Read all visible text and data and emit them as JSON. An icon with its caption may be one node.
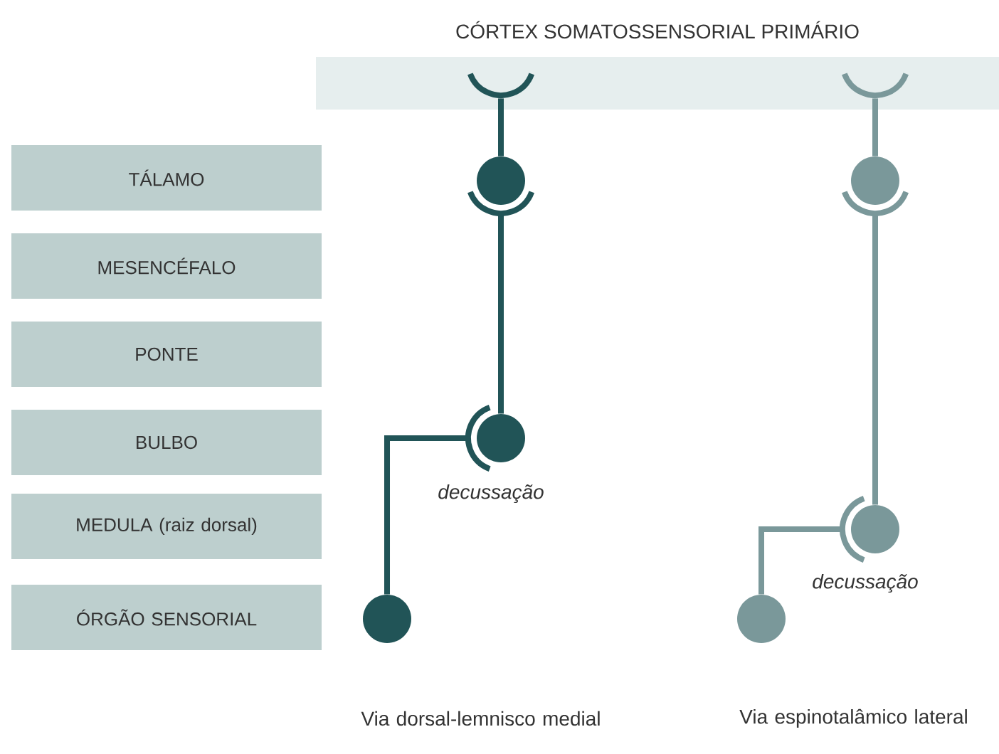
{
  "diagram": {
    "nodes": [
      {
        "text": [
          "CÓRTEX SOMATOSSENSORIAL PRIMÁRIO"
        ]
      },
      {
        "text": [
          "TÁLAMO"
        ]
      },
      {
        "text": [
          "MESENCÉFALO"
        ]
      },
      {
        "text": [
          "PONTE"
        ]
      },
      {
        "text": [
          "BULBO"
        ]
      },
      {
        "text": [
          "MEDULA (raiz dorsal)"
        ]
      },
      {
        "text": [
          "ÓRGÃO SENSORIAL"
        ]
      },
      {
        "text": [],
        "shape": "circle"
      },
      {
        "text": [],
        "shape": "circle"
      },
      {
        "text": [],
        "shape": "circle"
      },
      {
        "text": [],
        "shape": "circle"
      },
      {
        "text": [],
        "shape": "circle"
      },
      {
        "text": [],
        "shape": "circle"
      }
    ],
    "edges": [
      {
        "from": 11,
        "to": 9,
        "arrow": "none"
      },
      {
        "from": 9,
        "to": 7,
        "arrow": "none"
      },
      {
        "from": 7,
        "to": 0,
        "arrow": "none"
      },
      {
        "from": 12,
        "to": 10,
        "arrow": "none",
        "color": "#7a989a"
      },
      {
        "from": 10,
        "to": 8,
        "arrow": "none",
        "color": "#7a989a"
      },
      {
        "from": 8,
        "to": 0,
        "arrow": "none",
        "color": "#7a989a"
      }
    ],
    "labels": [
      "decussação",
      "decussação",
      "Via dorsal-lemnisco medial",
      "Via espinotalâmico lateral"
    ]
  }
}
